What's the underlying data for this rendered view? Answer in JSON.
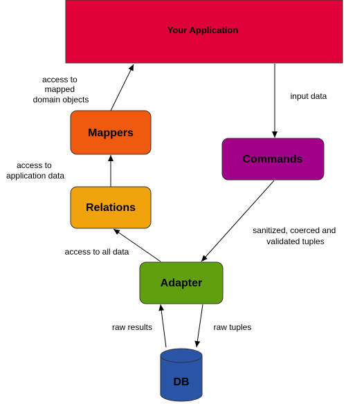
{
  "nodes": {
    "app": {
      "label": "Your Application",
      "color": "#e0003a"
    },
    "mappers": {
      "label": "Mappers",
      "color": "#f05a0e"
    },
    "relations": {
      "label": "Relations",
      "color": "#f0a30a"
    },
    "commands": {
      "label": "Commands",
      "color": "#a2008a"
    },
    "adapter": {
      "label": "Adapter",
      "color": "#60a010"
    },
    "db": {
      "label": "DB",
      "color": "#2a55a6"
    }
  },
  "edges": {
    "mappers_to_app": [
      "access to",
      "mapped",
      "domain objects"
    ],
    "relations_to_mappers": [
      "access to",
      "application data"
    ],
    "app_to_commands": [
      "input data"
    ],
    "commands_to_adapter": [
      "sanitized, coerced and",
      "validated tuples"
    ],
    "adapter_to_relations": [
      "access to all data"
    ],
    "db_to_adapter": [
      "raw results"
    ],
    "adapter_to_db": [
      "raw tuples"
    ]
  },
  "colors": {
    "stroke": "#000000",
    "node_border": "#333333"
  }
}
